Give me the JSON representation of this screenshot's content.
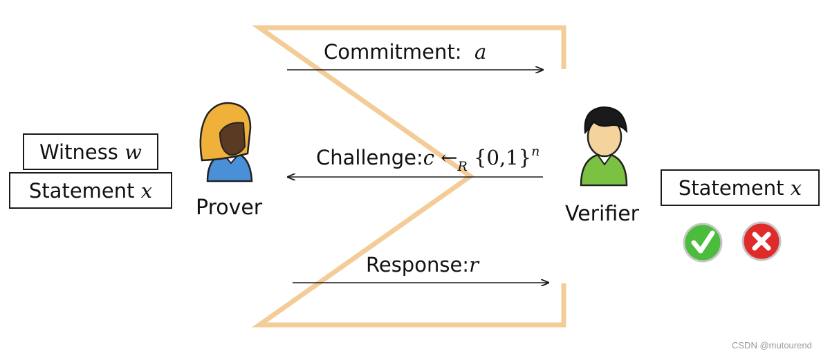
{
  "left_boxes": {
    "witness_label": "Witness",
    "witness_var": "w",
    "statement_label": "Statement",
    "statement_var": "x"
  },
  "right_box": {
    "statement_label": "Statement",
    "statement_var": "x"
  },
  "parties": {
    "prover": "Prover",
    "verifier": "Verifier"
  },
  "messages": {
    "commitment_label": "Commitment:",
    "commitment_var": "a",
    "challenge_label": "Challenge:",
    "challenge_var": "c",
    "challenge_arrow": "←",
    "challenge_sub": "R",
    "challenge_set": "{0,1}",
    "challenge_exp": "n",
    "response_label": "Response:",
    "response_var": "r"
  },
  "watermark": "CSDN @mutourend",
  "colors": {
    "sigma": "#f3cc98",
    "prover_hair": "#f0b13a",
    "prover_shirt": "#4a90d9",
    "verifier_shirt": "#7cc242",
    "accept": "#4cbc3c",
    "reject": "#e02b2b"
  },
  "icons": {
    "accept": "check-icon",
    "reject": "cross-icon"
  }
}
